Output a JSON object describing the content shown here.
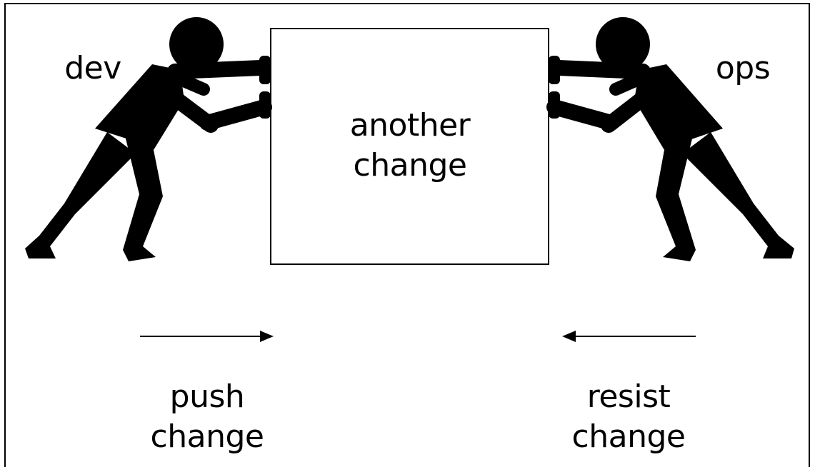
{
  "labels": {
    "dev": "dev",
    "ops": "ops",
    "box_line1": "another",
    "box_line2": "change",
    "push_line1": "push",
    "push_line2": "change",
    "resist_line1": "resist",
    "resist_line2": "change"
  },
  "colors": {
    "ink": "#000000",
    "background": "#ffffff"
  },
  "icons": {
    "left_figure": "pushing-person-icon",
    "right_figure": "pushing-person-icon",
    "left_arrow": "arrow-right-icon",
    "right_arrow": "arrow-left-icon"
  }
}
